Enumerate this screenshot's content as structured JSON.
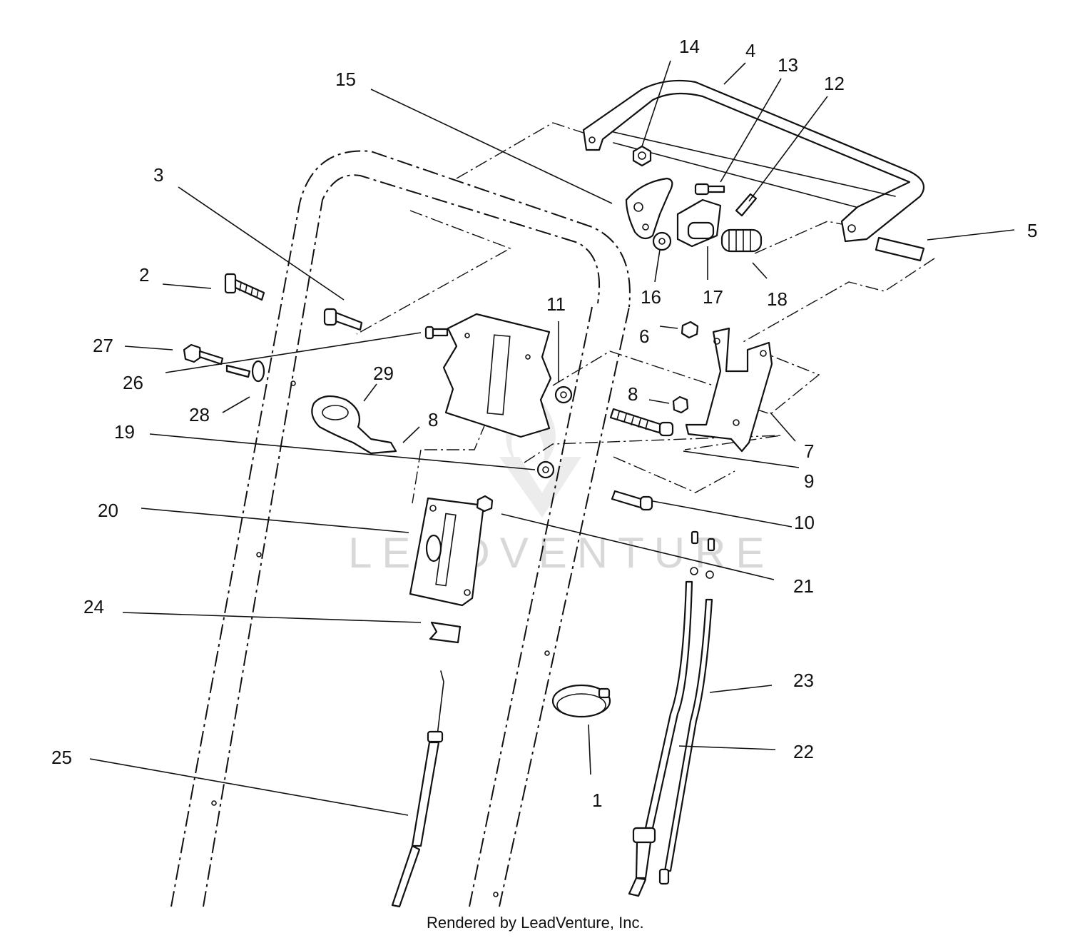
{
  "footer": {
    "credit": "Rendered by LeadVenture, Inc."
  },
  "watermark": {
    "text": "LEADVENTURE"
  },
  "callouts": [
    {
      "id": "14",
      "label": "14"
    },
    {
      "id": "4",
      "label": "4"
    },
    {
      "id": "13",
      "label": "13"
    },
    {
      "id": "12",
      "label": "12"
    },
    {
      "id": "15",
      "label": "15"
    },
    {
      "id": "5",
      "label": "5"
    },
    {
      "id": "3",
      "label": "3"
    },
    {
      "id": "2",
      "label": "2"
    },
    {
      "id": "16",
      "label": "16"
    },
    {
      "id": "17",
      "label": "17"
    },
    {
      "id": "18",
      "label": "18"
    },
    {
      "id": "11",
      "label": "11"
    },
    {
      "id": "6",
      "label": "6"
    },
    {
      "id": "27",
      "label": "27"
    },
    {
      "id": "26",
      "label": "26"
    },
    {
      "id": "29",
      "label": "29"
    },
    {
      "id": "28",
      "label": "28"
    },
    {
      "id": "8a",
      "label": "8"
    },
    {
      "id": "8b",
      "label": "8"
    },
    {
      "id": "19",
      "label": "19"
    },
    {
      "id": "7",
      "label": "7"
    },
    {
      "id": "9",
      "label": "9"
    },
    {
      "id": "20",
      "label": "20"
    },
    {
      "id": "10",
      "label": "10"
    },
    {
      "id": "21",
      "label": "21"
    },
    {
      "id": "24",
      "label": "24"
    },
    {
      "id": "23",
      "label": "23"
    },
    {
      "id": "25",
      "label": "25"
    },
    {
      "id": "22",
      "label": "22"
    },
    {
      "id": "1",
      "label": "1"
    }
  ],
  "colors": {
    "ink": "#111111",
    "background": "#ffffff",
    "watermark": "#d8d8d8"
  }
}
